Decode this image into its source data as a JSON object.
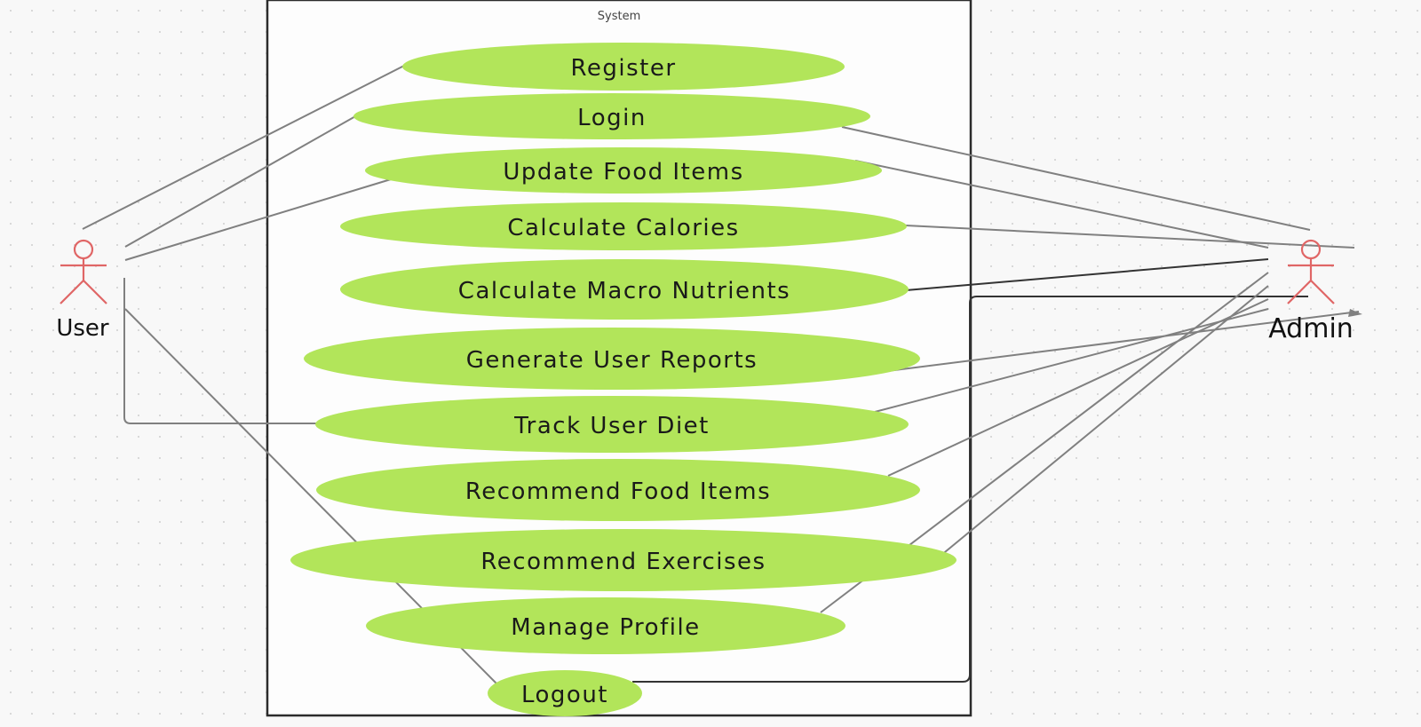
{
  "system": {
    "title": "System"
  },
  "actors": {
    "user": {
      "label": "User"
    },
    "admin": {
      "label": "Admin"
    }
  },
  "use_cases": [
    {
      "label": "Register"
    },
    {
      "label": "Login"
    },
    {
      "label": "Update Food Items"
    },
    {
      "label": "Calculate Calories"
    },
    {
      "label": "Calculate Macro Nutrients"
    },
    {
      "label": "Generate User Reports"
    },
    {
      "label": "Track User Diet"
    },
    {
      "label": "Recommend Food Items"
    },
    {
      "label": "Recommend Exercises"
    },
    {
      "label": "Manage Profile"
    },
    {
      "label": "Logout"
    }
  ],
  "colors": {
    "use_case_fill": "#b2e55a",
    "actor_stroke": "#e06666",
    "line": "#808080",
    "system_border": "#2b2b2b"
  }
}
